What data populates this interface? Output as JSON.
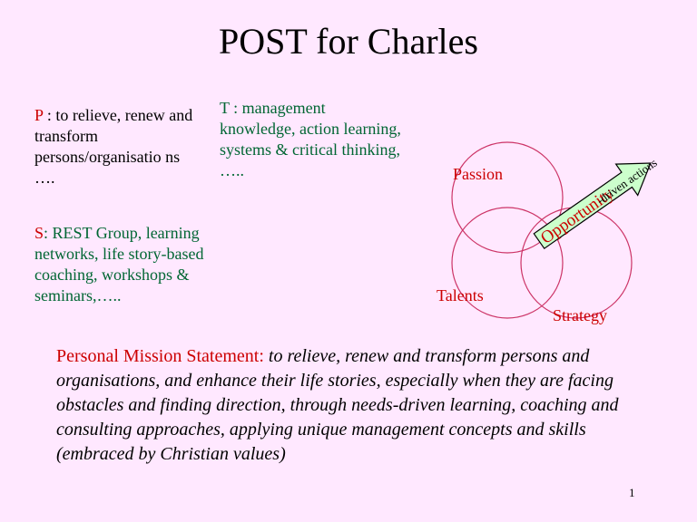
{
  "slide": {
    "title": "POST for Charles",
    "page_number": "1"
  },
  "post": {
    "p": {
      "letter": "P",
      "text": " : to relieve, renew and transform persons/organisatio ns …."
    },
    "t": {
      "letter": "T",
      "text": " : management knowledge, action learning, systems & critical  thinking, ….."
    },
    "s": {
      "letter": "S",
      "text": ": REST Group, learning networks, life story-based coaching, workshops & seminars,….."
    }
  },
  "diagram": {
    "labels": {
      "passion": "Passion",
      "talents": "Talents",
      "strategy": "Strategy"
    },
    "arrow": {
      "opportunity": "Opportunity",
      "driven_actions": "-driven actions"
    }
  },
  "mission": {
    "lead": "Personal Mission Statement:  ",
    "body": "to relieve, renew and transform persons and organisations, and enhance their life stories, especially when they are facing obstacles and finding direction, through needs-driven learning, coaching and consulting approaches, applying unique  management concepts and skills (embraced by Christian values)"
  },
  "colors": {
    "background": "#ffe8ff",
    "accent_red": "#cc0000",
    "accent_green": "#006633",
    "circle_stroke": "#cc3366",
    "arrow_fill": "#ccffcc"
  }
}
